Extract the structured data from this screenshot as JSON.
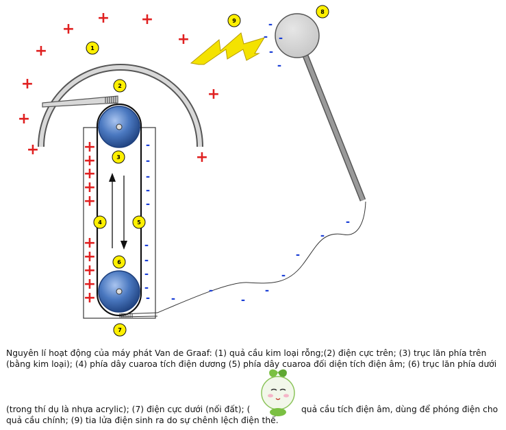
{
  "markers": [
    "1",
    "2",
    "3",
    "4",
    "5",
    "6",
    "7",
    "8",
    "9"
  ],
  "charge_symbols": {
    "plus": "+",
    "minus": "-"
  },
  "colors": {
    "positive": "#e02020",
    "negative": "#1a3ed6",
    "marker": "#fff000",
    "shell": "#d0d0d0",
    "roller": "#2f5fa8",
    "small_sphere": "#d5d5d5"
  },
  "caption": {
    "line1": "Nguyên lí hoạt động của máy phát Van de Graaf: (1) quả cầu kim loại rỗng;(2) điện cực trên; (3) trục lăn phía trên (bằng kim loại); (4) phía dây cuaroa tích điện dương (5) phía dây cuaroa đối diện tích điện âm; (6) trục lăn phía dưới",
    "line2": "(trong thí dụ là nhựa acrylic); (7) điện cực dưới (nối đất); (",
    "line2_cont": "quả cầu tích điện âm, dùng để phóng điện cho",
    "line3": "quả cầu chính; (9) tia lửa điện sinh ra do sự chênh lệch điện thế."
  }
}
